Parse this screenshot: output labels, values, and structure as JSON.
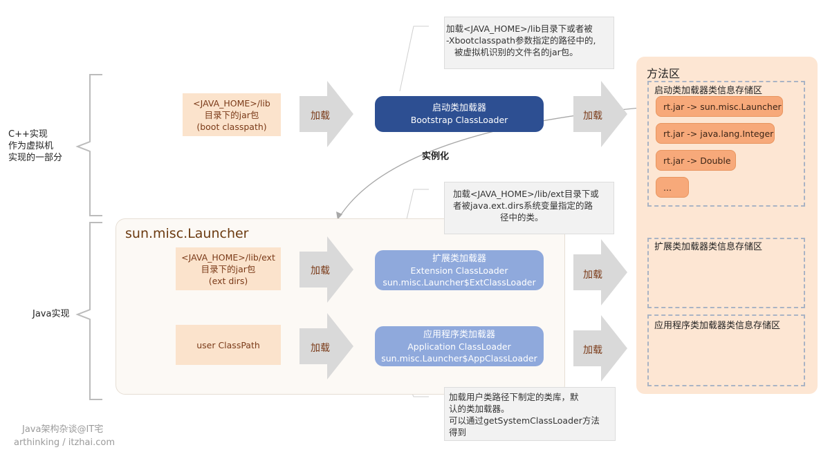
{
  "left_labels": {
    "cpp": [
      "C++实现",
      "作为虚拟机",
      "实现的一部分"
    ],
    "java": "Java实现"
  },
  "boot": {
    "source": [
      "<JAVA_HOME>/lib",
      "目录下的jar包",
      "(boot classpath)"
    ],
    "load_label": "加载",
    "loader_name": "启动类加载器",
    "loader_en": "Bootstrap ClassLoader",
    "note": [
      "加载<JAVA_HOME>/lib目录下或者被",
      "-Xbootclasspath参数指定的路径中的,",
      "被虚拟机识别的文件名的jar包。"
    ],
    "out_label": "加载"
  },
  "instantiate_label": "实例化",
  "launcher": {
    "title": "sun.misc.Launcher"
  },
  "ext": {
    "source": [
      "<JAVA_HOME>/lib/ext",
      "目录下的jar包",
      "(ext dirs)"
    ],
    "load_label": "加载",
    "loader_name": "扩展类加载器",
    "loader_en": "Extension ClassLoader",
    "loader_class": "sun.misc.Launcher$ExtClassLoader",
    "note": [
      "加载<JAVA_HOME>/lib/ext目录下或",
      "者被java.ext.dirs系统变量指定的路",
      "径中的类。"
    ],
    "out_label": "加载"
  },
  "app": {
    "source": "user ClassPath",
    "load_label": "加载",
    "loader_name": "应用程序类加载器",
    "loader_en": "Application ClassLoader",
    "loader_class": "sun.misc.Launcher$AppClassLoader",
    "note": [
      "加载用户类路径下制定的类库，默",
      "认的类加载器。",
      "可以通过getSystemClassLoader方法",
      "得到"
    ],
    "out_label": "加载"
  },
  "method_area": {
    "title": "方法区",
    "boot_region": "启动类加载器类信息存储区",
    "boot_items": [
      "rt.jar -> sun.misc.Launcher",
      "rt.jar -> java.lang.Integer",
      "rt.jar -> Double",
      "..."
    ],
    "ext_region": "扩展类加载器类信息存储区",
    "app_region": "应用程序类加载器类信息存储区"
  },
  "watermark": {
    "line1": "Java架构杂谈@IT宅",
    "line2": "arthinking / itzhai.com"
  },
  "colors": {
    "bootstrap": "#2d4f92",
    "child_loader": "#8fa9dc",
    "doc": "#fbe3cc",
    "method_area": "#fde6d3",
    "pill": "#f7a97a",
    "arrow": "#d9d9d9"
  }
}
